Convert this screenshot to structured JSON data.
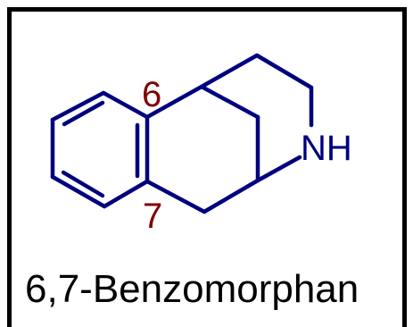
{
  "molecule": {
    "name": "6,7-Benzomorphan",
    "labels": {
      "position_6": "6",
      "position_7": "7",
      "nitrogen": "NH"
    }
  },
  "colors": {
    "bond": "#00007F",
    "locant": "#7F0000",
    "heteroatom": "#00007F",
    "frame": "#000000",
    "caption": "#000000"
  }
}
